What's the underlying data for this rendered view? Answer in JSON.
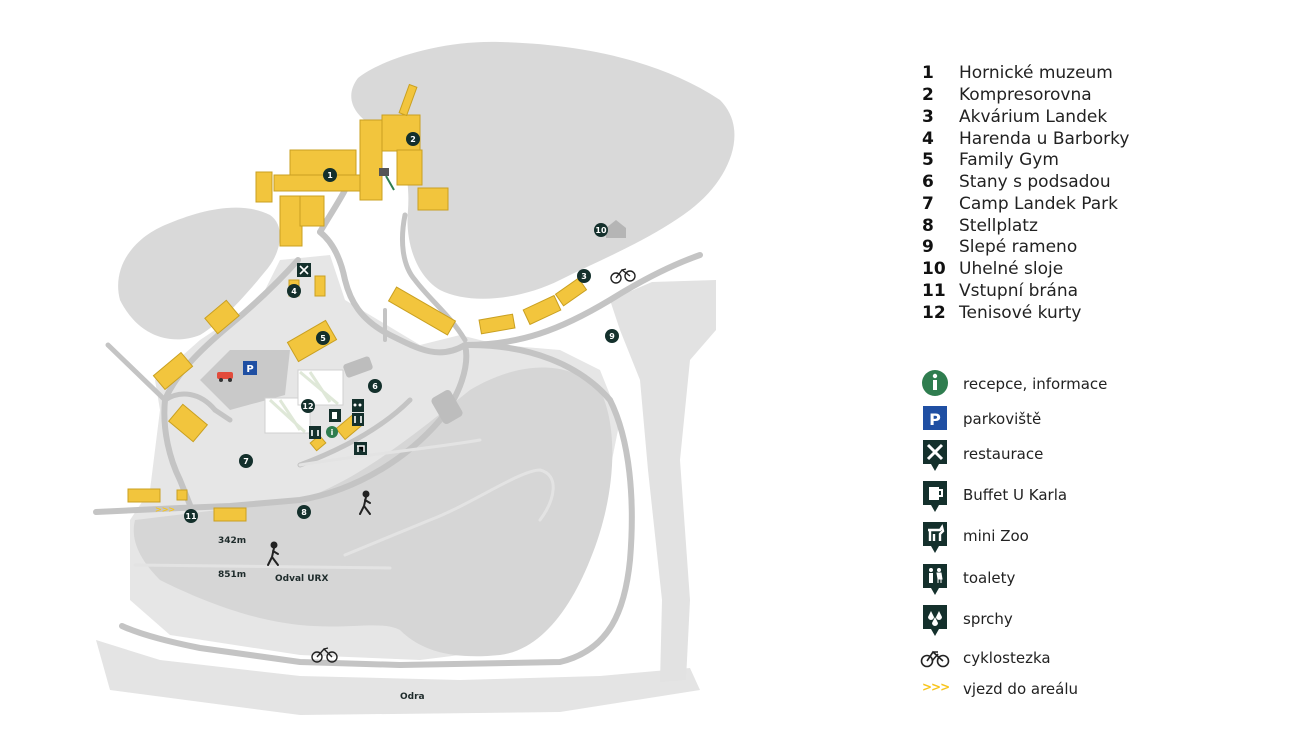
{
  "legend": {
    "items": [
      {
        "num": "1",
        "name": "Hornické muzeum"
      },
      {
        "num": "2",
        "name": "Kompresorovna"
      },
      {
        "num": "3",
        "name": "Akvárium Landek"
      },
      {
        "num": "4",
        "name": "Harenda u Barborky"
      },
      {
        "num": "5",
        "name": "Family Gym"
      },
      {
        "num": "6",
        "name": "Stany s podsadou"
      },
      {
        "num": "7",
        "name": "Camp Landek Park"
      },
      {
        "num": "8",
        "name": "Stellplatz"
      },
      {
        "num": "9",
        "name": "Slepé rameno"
      },
      {
        "num": "10",
        "name": "Uhelné sloje"
      },
      {
        "num": "11",
        "name": "Vstupní brána"
      },
      {
        "num": "12",
        "name": "Tenisové kurty"
      }
    ]
  },
  "key": {
    "info": "recepce, informace",
    "parking": "parkoviště",
    "restaurant": "restaurace",
    "buffet": "Buffet U Karla",
    "zoo": "mini Zoo",
    "toilets": "toalety",
    "showers": "sprchy",
    "bike": "cyklostezka",
    "entrance": "vjezd do areálu",
    "entrance_symbol": ">>>"
  },
  "map": {
    "label_342": "342m",
    "label_851": "851m",
    "label_odval": "Odval URX",
    "label_odra": "Odra",
    "parking_letter": "P",
    "info_letter": "i"
  },
  "colors": {
    "land": "#d9d9d9",
    "road": "#c4c4c4",
    "building": "#f2c53d",
    "building_side": "#c9a021",
    "marker": "#14302c",
    "info_green": "#2f7d4f",
    "parking_blue": "#1f4fa3",
    "accent_yellow": "#f7c41b"
  }
}
